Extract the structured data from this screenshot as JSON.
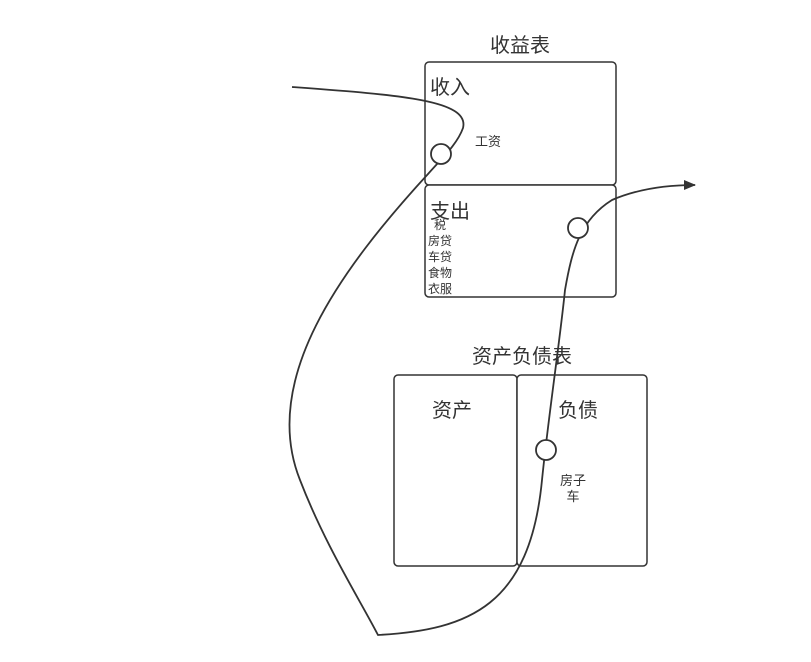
{
  "diagram": {
    "income_statement": {
      "title": "收益表",
      "income": {
        "heading": "收入",
        "items": [
          "工资"
        ]
      },
      "expense": {
        "heading": "支出",
        "items": [
          "税",
          "房贷",
          "车贷",
          "食物",
          "衣服"
        ]
      }
    },
    "balance_sheet": {
      "title": "资产负债表",
      "assets": {
        "heading": "资产",
        "items": []
      },
      "liabilities": {
        "heading": "负债",
        "items": [
          "房子",
          "车"
        ]
      }
    },
    "colors": {
      "stroke": "#333333",
      "background": "#ffffff"
    }
  }
}
